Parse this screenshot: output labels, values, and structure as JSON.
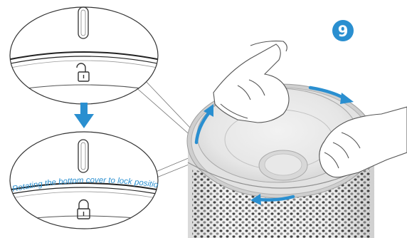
{
  "step": {
    "number": "9",
    "badge_color": "#2a8fd0"
  },
  "callout_top": {
    "icon": "unlocked-padlock-icon",
    "slot_icon": "slot-indicator-icon"
  },
  "transition": {
    "icon": "arrow-down-icon",
    "color": "#2a8fd0"
  },
  "callout_bottom": {
    "caption": "Rotating the bottom cover to lock position",
    "caption_color": "#2a8fd0",
    "icon": "locked-padlock-icon",
    "slot_icon": "slot-indicator-icon"
  },
  "illustration": {
    "subject": "air-purifier-bottom-cover",
    "rotation_arrow_color": "#2a8fd0",
    "rotation_arrows": 3
  }
}
